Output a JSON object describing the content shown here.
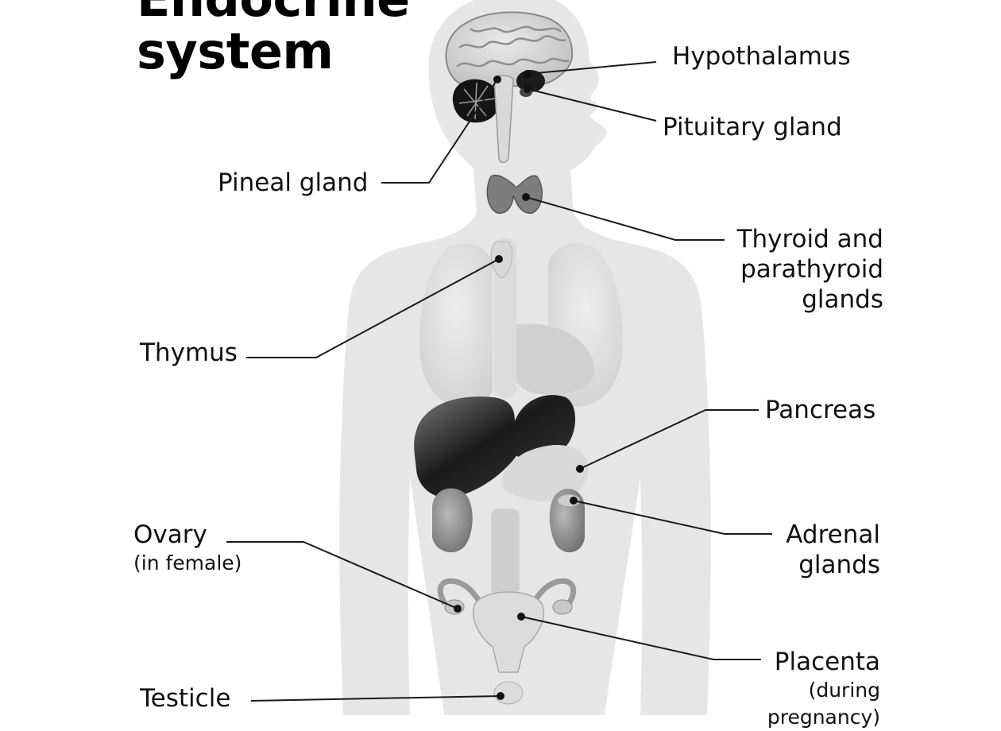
{
  "title": {
    "line1": "Endocrine",
    "line2": "system"
  },
  "labels": {
    "hypothalamus": "Hypothalamus",
    "pituitary": "Pituitary gland",
    "pineal": "Pineal gland",
    "thyroid": {
      "line1": "Thyroid and",
      "line2": "parathyroid",
      "line3": "glands"
    },
    "thymus": "Thymus",
    "pancreas": "Pancreas",
    "adrenal": {
      "line1": "Adrenal",
      "line2": "glands"
    },
    "ovary": {
      "name": "Ovary",
      "note": "(in female)"
    },
    "placenta": {
      "name": "Placenta",
      "note1": "(during",
      "note2": "pregnancy)"
    },
    "testicle": "Testicle"
  },
  "colors": {
    "body": "#e6e6e6",
    "organ_light": "#d4d4d4",
    "organ_dark": "#111111",
    "leader": "#1a1a1a"
  }
}
